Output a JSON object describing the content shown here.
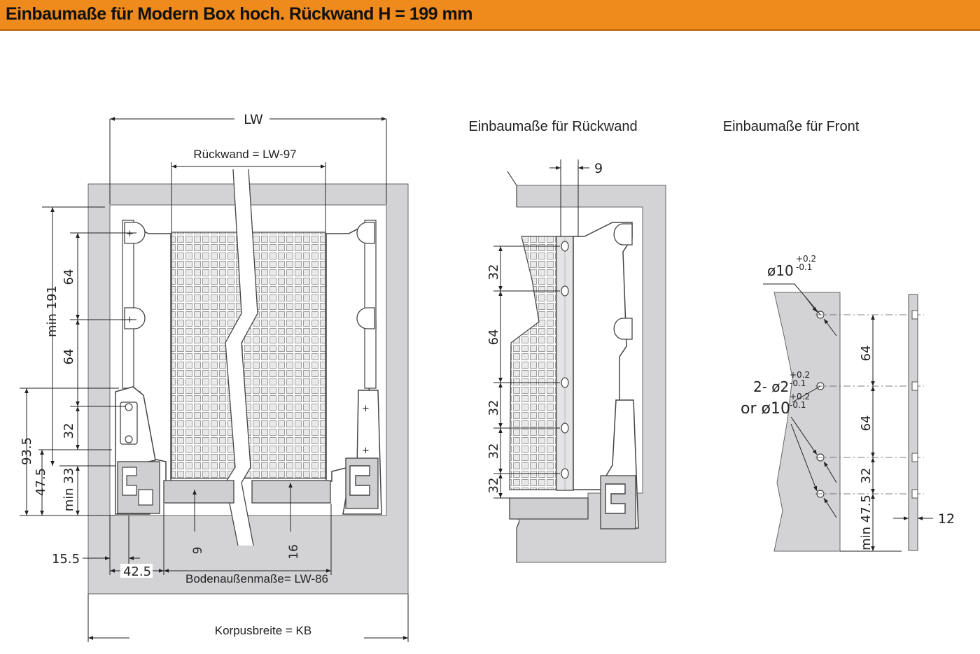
{
  "title": "Einbaumaße für Modern Box hoch. Rückwand H = 199 mm",
  "left_view": {
    "lw": "LW",
    "rueckwand": "Rückwand = LW-97",
    "min191": "min 191",
    "d64a": "64",
    "d64b": "64",
    "d32": "32",
    "d93_5": "93.5",
    "d47_5": "47.5",
    "min33": "min 33",
    "d9": "9",
    "d16": "16",
    "d15_5": "15.5",
    "d42_5": "42.5",
    "boden": "Bodenaußenmaße= LW-86",
    "korpus": "Korpusbreite = KB"
  },
  "middle_view": {
    "title": "Einbaumaße  für Rückwand",
    "d9": "9",
    "d32a": "32",
    "d64": "64",
    "d32b": "32",
    "d32c": "32",
    "d32d": "32"
  },
  "right_view": {
    "title": "Einbaumaße  für Front",
    "phi10": "ø10",
    "tol_up": "+0.2",
    "tol_dn": "-0.1",
    "two_phi2": "2- ø2",
    "or_phi10": "or ø10",
    "d64a": "64",
    "d64b": "64",
    "d32": "32",
    "min47_5": "min 47.5",
    "d12": "12"
  }
}
